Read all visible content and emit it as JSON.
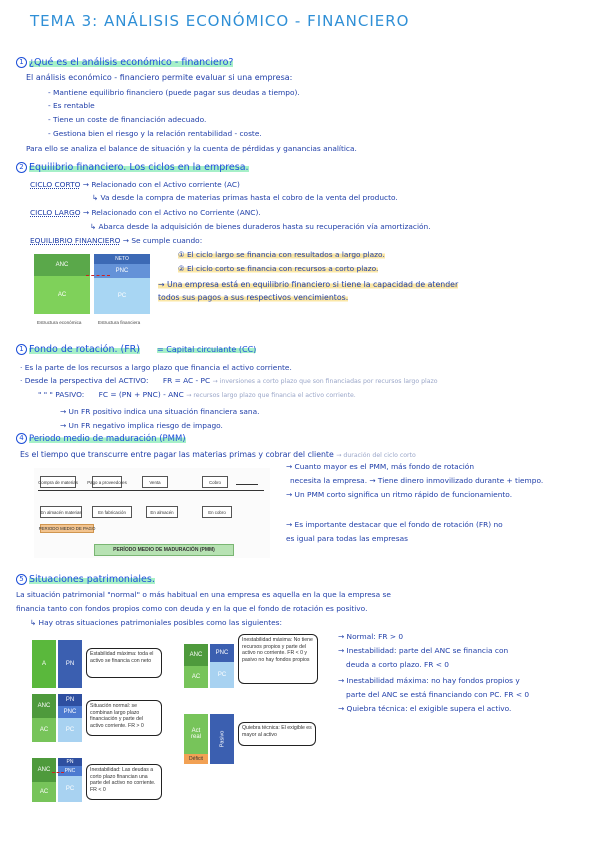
{
  "title": "TEMA 3: ANÁLISIS ECONÓMICO - FINANCIERO",
  "s1": {
    "num": "1",
    "heading": "¿Qué es el análisis económico - financiero?",
    "lines": [
      "El análisis económico - financiero permite evaluar si una empresa:",
      "- Mantiene equilibrio financiero (puede pagar sus deudas a tiempo).",
      "- Es rentable",
      "- Tiene un coste de financiación adecuado.",
      "- Gestiona bien el riesgo y la relación rentabilidad - coste.",
      "Para ello se analiza el balance de situación y la cuenta de pérdidas y ganancias analítica."
    ]
  },
  "s2": {
    "num": "2",
    "heading": "Equilibrio financiero. Los ciclos en la empresa.",
    "cc_label": "CICLO CORTO",
    "cc_text": "→ Relacionado con el Activo corriente (AC)",
    "cc_sub": "↳ Va desde la compra de materias primas hasta el cobro de la venta del producto.",
    "cl_label": "CICLO LARGO",
    "cl_text": "→ Relacionado con el Activo no Corriente (ANC).",
    "cl_sub": "↳ Abarca desde la adquisición de bienes duraderos hasta su recuperación vía amortización.",
    "ef_label": "EQUILIBRIO FINANCIERO",
    "ef_text": "→ Se cumple cuando:",
    "cond1": "① El ciclo largo se financia con resultados a largo plazo.",
    "cond2": "② El ciclo corto se financia con recursos a corto plazo.",
    "conclusion1": "→ Una empresa está en equilibrio financiero si tiene la capacidad de atender",
    "conclusion2": "todos sus pagos a sus respectivos vencimientos.",
    "diagram": {
      "anc": "ANC",
      "ac": "AC",
      "neto": "NETO",
      "pnc": "PNC",
      "pc": "PC",
      "cap_left": "Estructura económica",
      "cap_right": "Estructura financiera"
    }
  },
  "s3": {
    "num": "1",
    "heading": "Fondo de rotación. (FR)",
    "heading_alt": "= Capital circulante (CC)",
    "l1": "· Es la parte de los recursos a largo plazo que financia el activo corriente.",
    "l2a": "· Desde la perspectiva del ACTIVO:",
    "l2b": "FR = AC - PC",
    "l2c": "→ inversiones a corto plazo que son financiadas por recursos largo plazo",
    "l3a": "\"       \"       \"     PASIVO:",
    "l3b": "FC = (PN + PNC) - ANC",
    "l3c": "→ recursos largo plazo que financia el activo corriente.",
    "l4": "→ Un FR positivo indica una situación financiera sana.",
    "l5": "→ Un FR negativo implica riesgo de impago."
  },
  "s4": {
    "num": "4",
    "heading": "Periodo medio de maduración (PMM)",
    "l1": "Es el tiempo que transcurre entre pagar las materias primas y cobrar del cliente",
    "l1b": "→ duración del ciclo corto",
    "r1": "→ Cuanto mayor es el PMM, más fondo de rotación",
    "r2": "necesita la empresa. → Tiene dinero inmovilizado durante + tiempo.",
    "r3": "→ Un PMM corto significa un ritmo rápido de funcionamiento.",
    "r4": "→ Es importante destacar que el fondo de rotación (FR) no",
    "r5": "es igual para todas las empresas",
    "diagram": {
      "b1": "Compra de materias",
      "b2": "Pago a proveedores",
      "b3": "Venta",
      "b4": "Cobro",
      "s1": "En almacén materias",
      "s2": "En fabricación",
      "s3": "En almacén",
      "s4": "En cobro",
      "lbl": "PERIODO MEDIO DE PAGO",
      "banner": "PERÍODO MEDIO DE MADURACIÓN (PMM)"
    }
  },
  "s5": {
    "num": "5",
    "heading": "Situaciones patrimoniales.",
    "l1": "La situación patrimonial \"normal\" o más habitual en una empresa es aquella en la que la empresa se",
    "l2": "financia tanto con fondos propios como con deuda y en la que el fondo de rotación es positivo.",
    "l3": "↳ Hay otras situaciones patrimoniales posibles como las siguientes:",
    "r1": "→ Normal: FR > 0",
    "r2": "→ Inestabilidad: parte del ANC se financia con",
    "r3": "deuda a corto plazo. FR < 0",
    "r4": "→ Inestabilidad máxima: no hay fondos propios y",
    "r5": "parte del ANC se está financiando con PC. FR < 0",
    "r6": "→ Quiebra técnica: el exigible supera el activo.",
    "d1": {
      "a": "A",
      "pn": "PN",
      "note": "Estabilidad máxima: toda el activo se financia con neto"
    },
    "d2": {
      "anc": "ANC",
      "ac": "AC",
      "pn": "PN",
      "pnc": "PNC",
      "pc": "PC",
      "note": "Situación normal: se combinan largo plazo financiación y parte del activo corriente. FR > 0"
    },
    "d3": {
      "anc": "ANC",
      "ac": "AC",
      "pnc": "PNC",
      "pc": "PC",
      "note": "Inestabilidad máxima: No tiene recursos propios y parte del activo no corriente. FR < 0 y pasivo no hay fondos propios"
    },
    "d4": {
      "act": "Act",
      "real": "real",
      "deficit": "Déficit",
      "pasivo": "Pasivo",
      "note": "Quiebra técnica: El exigible es mayor al activo"
    },
    "d5": {
      "anc": "ANC",
      "ac": "AC",
      "pn": "PN",
      "pnc": "PNC",
      "pc": "PC",
      "note": "Inestabilidad: Las deudas a corto plazo financian una parte del activo no corriente. FR < 0"
    }
  }
}
